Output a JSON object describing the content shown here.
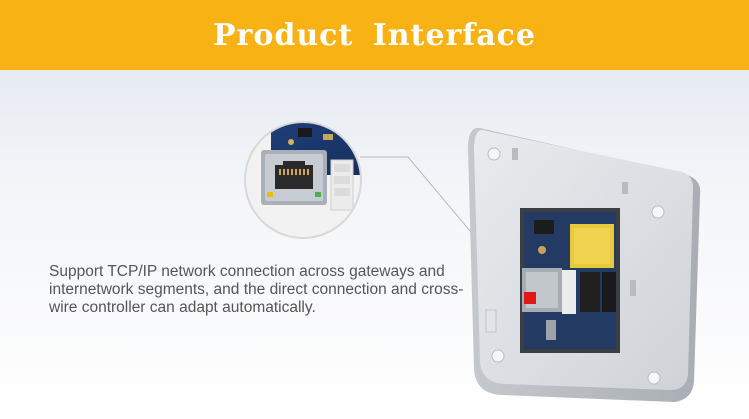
{
  "banner": {
    "title": "Product Interface",
    "color": "#f9b214"
  },
  "description": {
    "text": "Support TCP/IP network connection across gateways and internetwork segments, and the direct connection and cross-wire controller can adapt automatically."
  },
  "images": {
    "callout": "ethernet-port-closeup",
    "device": "controller-back-panel"
  }
}
